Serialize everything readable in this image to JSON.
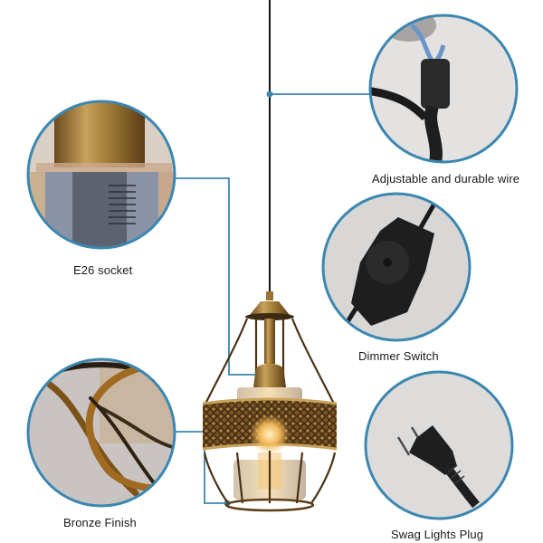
{
  "image": {
    "subject": "Bronze pendant lamp with amber glass shade and detail callouts",
    "background": "#ffffff",
    "accent_color": "#3b87b0"
  },
  "callouts": [
    {
      "id": "wire",
      "label": "Adjustable and durable wire",
      "icon": "hook-wire-icon"
    },
    {
      "id": "socket",
      "label": "E26 socket",
      "icon": "socket-icon"
    },
    {
      "id": "dimmer",
      "label": "Dimmer Switch",
      "icon": "dimmer-switch-icon"
    },
    {
      "id": "bronze",
      "label": "Bronze Finish",
      "icon": "bronze-frame-icon"
    },
    {
      "id": "plug",
      "label": "Swag Lights Plug",
      "icon": "plug-icon"
    }
  ]
}
